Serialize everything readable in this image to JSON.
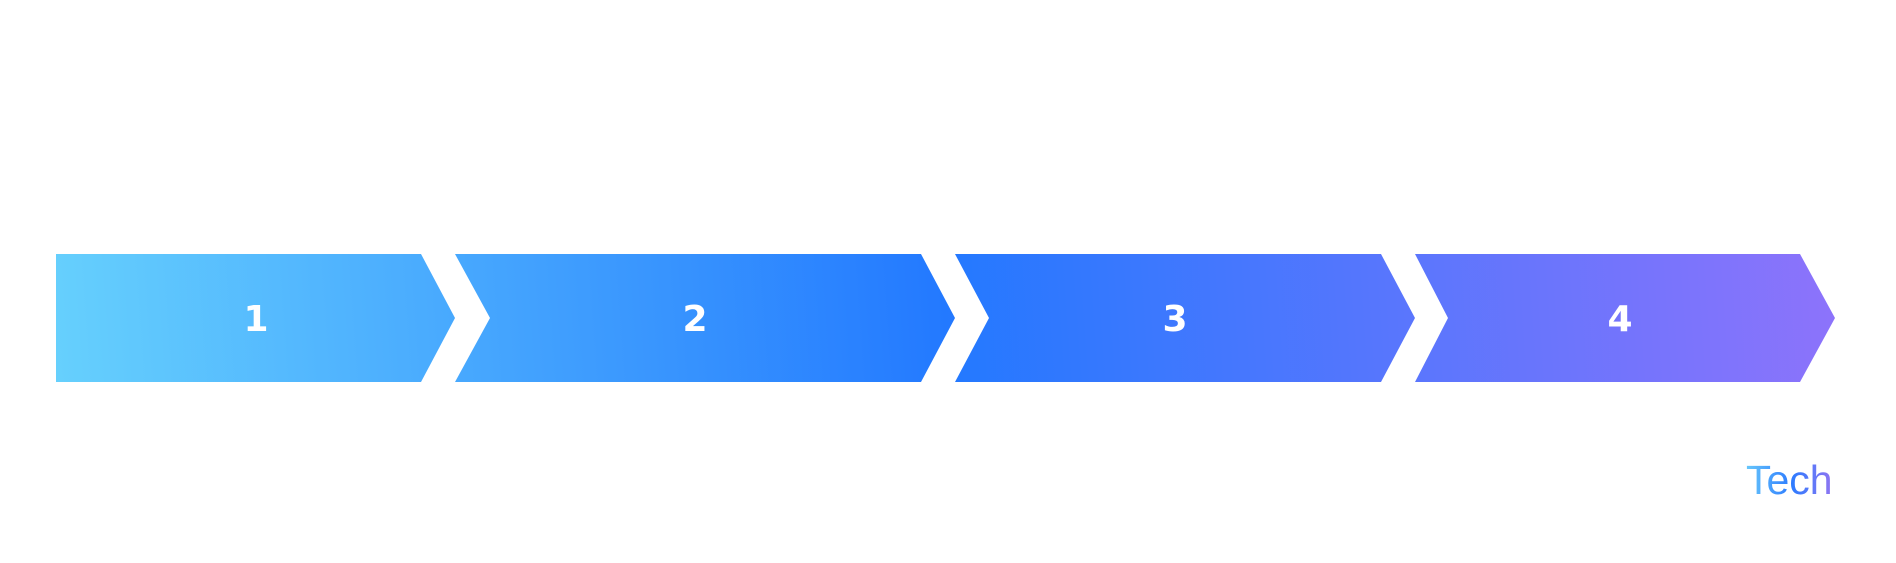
{
  "steps": [
    {
      "label": "1"
    },
    {
      "label": "2"
    },
    {
      "label": "3"
    },
    {
      "label": "4"
    }
  ],
  "brand": {
    "text": "Tech"
  },
  "colors": {
    "start": "#66d0fd",
    "mid": "#2379ff",
    "end": "#8d73fb"
  }
}
